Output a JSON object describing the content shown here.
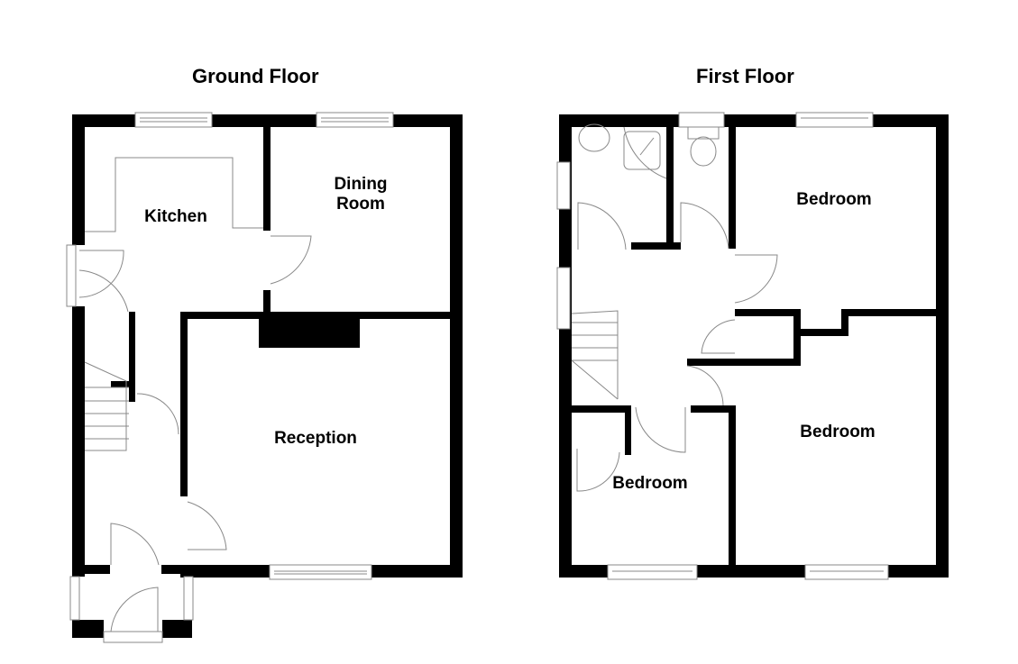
{
  "ground_floor": {
    "title": "Ground Floor",
    "rooms": [
      {
        "name": "Kitchen"
      },
      {
        "name": "Dining Room",
        "line1": "Dining",
        "line2": "Room"
      },
      {
        "name": "Reception"
      }
    ]
  },
  "first_floor": {
    "title": "First Floor",
    "rooms": [
      {
        "name": "Bedroom"
      },
      {
        "name": "Bedroom"
      },
      {
        "name": "Bedroom"
      }
    ]
  },
  "colors": {
    "wall": "#000000",
    "fixture": "#888888",
    "background": "#ffffff"
  }
}
